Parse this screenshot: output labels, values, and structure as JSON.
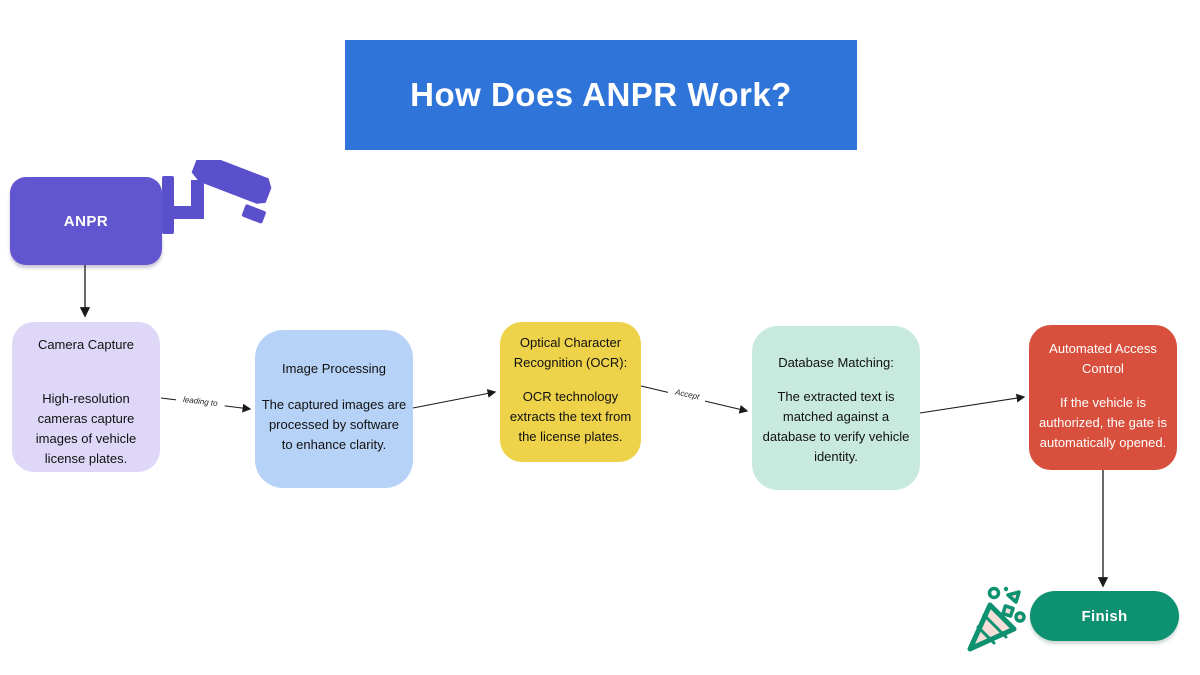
{
  "header": {
    "title": "How Does ANPR Work?",
    "bg": "#2E74D9"
  },
  "start": {
    "label": "ANPR",
    "bg": "#6156CF",
    "icon": "cctv-camera-icon",
    "icon_color": "#5B50CC"
  },
  "steps": [
    {
      "title": "Camera Capture",
      "body": "High-resolution\ncameras capture\nimages of vehicle\nlicense plates.",
      "bg": "#DED7F7"
    },
    {
      "title": "Image Processing",
      "body": "The captured images are\nprocessed by software\nto enhance clarity.",
      "bg": "#B7D2F7"
    },
    {
      "title": "Optical Character\nRecognition (OCR):",
      "body": "OCR technology\nextracts the text from\nthe license plates.",
      "bg": "#EDD24A"
    },
    {
      "title": "Database Matching:",
      "body": "The extracted text is\nmatched against a\ndatabase to verify vehicle\nidentity.",
      "bg": "#C8E9DD"
    },
    {
      "title": "Automated Access\nControl",
      "body": "If the vehicle is\nauthorized, the gate is\nautomatically opened.",
      "bg": "#D8503D"
    }
  ],
  "finish": {
    "label": "Finish",
    "bg": "#0D9170",
    "icon": "party-popper-icon",
    "icon_accent": "#F6DFD8"
  },
  "connectors": {
    "leading_to_label": "leading to",
    "accept_label": "Accept",
    "line_color": "#1a1a1a"
  }
}
